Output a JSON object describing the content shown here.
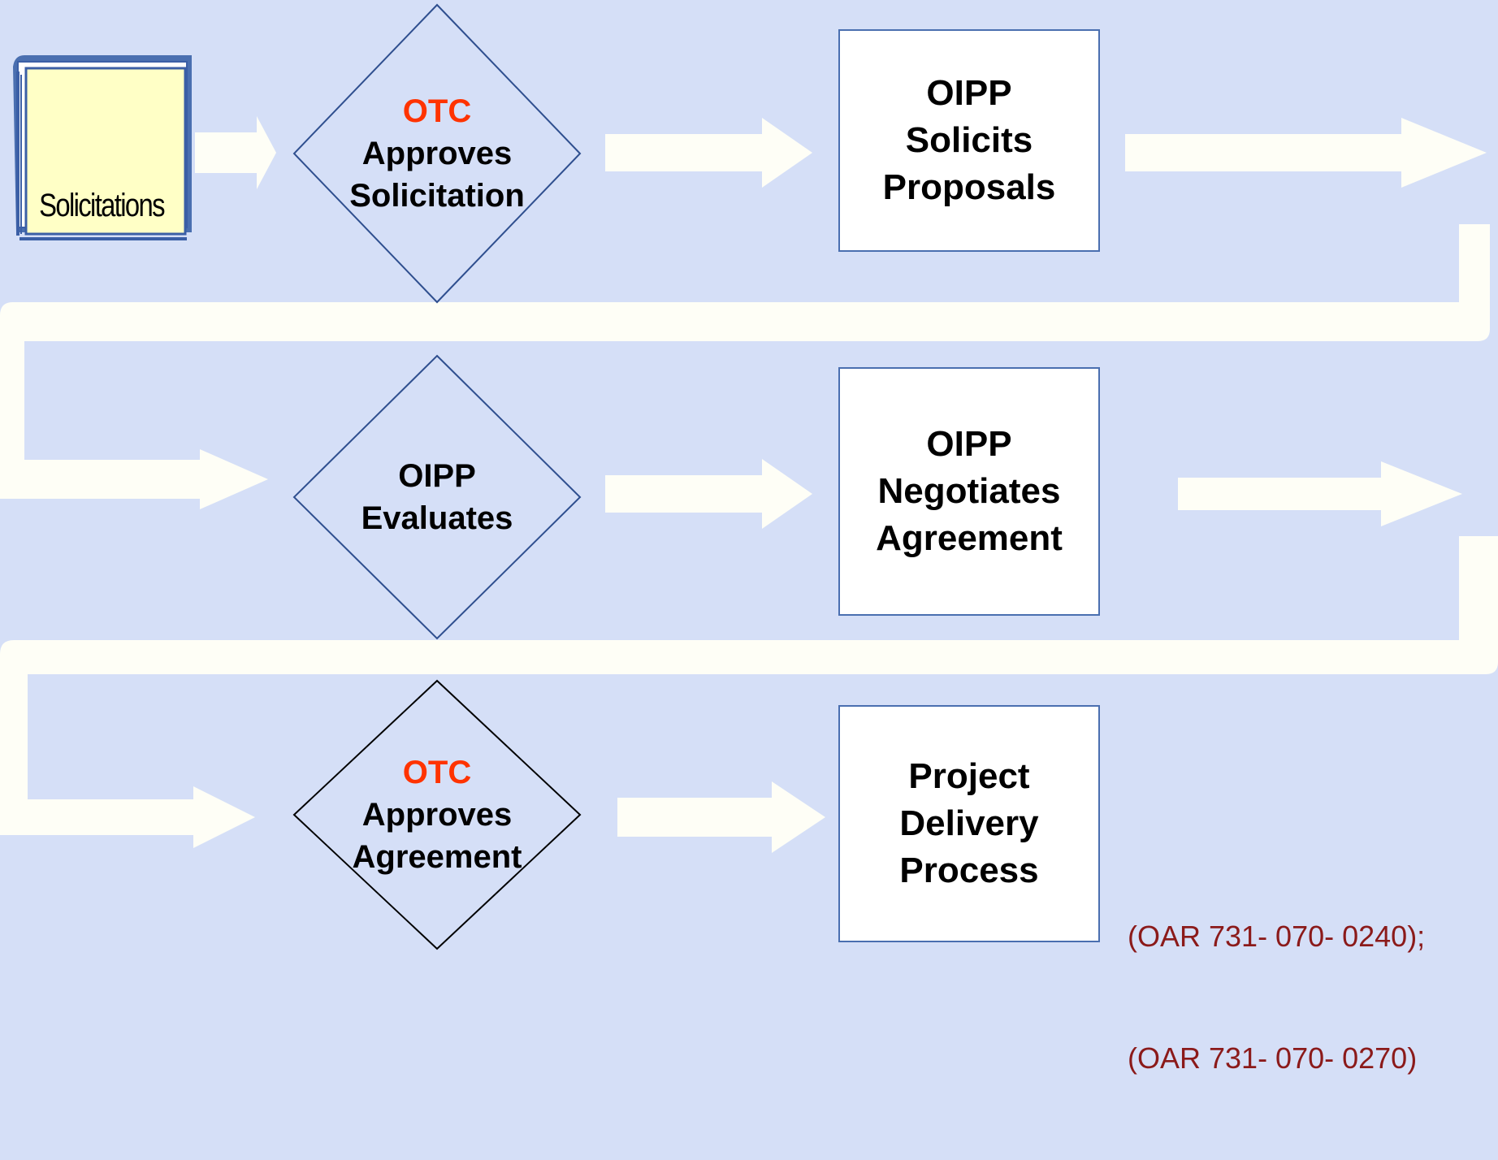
{
  "colors": {
    "background": "#d5dff7",
    "arrow_fill": "#fefef6",
    "accent_red": "#ff3300",
    "citation_red": "#8b1a1a",
    "box_border": "#4a6fb0",
    "book_page": "#ffffc6",
    "book_cover": "#4a6fb0"
  },
  "start": {
    "label": "Solicitations",
    "icon": "book-icon"
  },
  "steps": {
    "approve_solicitation": {
      "actor": "OTC",
      "line1": "Approves",
      "line2": "Solicitation"
    },
    "solicits": {
      "line1": "OIPP",
      "line2": "Solicits",
      "line3": "Proposals"
    },
    "evaluates": {
      "line1": "OIPP",
      "line2": "Evaluates"
    },
    "negotiates": {
      "line1": "OIPP",
      "line2": "Negotiates",
      "line3": "Agreement"
    },
    "approve_agreement": {
      "actor": "OTC",
      "line1": "Approves",
      "line2": "Agreement"
    },
    "delivery": {
      "line1": "Project",
      "line2": "Delivery",
      "line3": "Process"
    }
  },
  "citation": {
    "line1": "(OAR 731- 070- 0240);",
    "line2": "(OAR 731- 070- 0270)"
  }
}
